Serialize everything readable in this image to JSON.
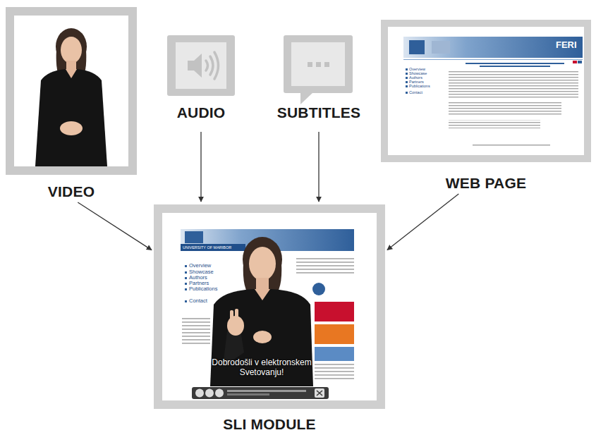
{
  "diagram": {
    "nodes": [
      {
        "text": [
          "VIDEO"
        ]
      },
      {
        "text": [
          "AUDIO"
        ]
      },
      {
        "text": [
          "SUBTITLES"
        ]
      },
      {
        "text": [
          "WEB PAGE"
        ]
      },
      {
        "text": [
          "SLI MODULE"
        ]
      }
    ],
    "edges": [
      {
        "from": 0,
        "to": 4,
        "arrow": "to"
      },
      {
        "from": 1,
        "to": 4,
        "arrow": "to"
      },
      {
        "from": 2,
        "to": 4,
        "arrow": "to"
      },
      {
        "from": 3,
        "to": 4,
        "arrow": "to"
      }
    ],
    "labels": [
      "FERI",
      "Overview",
      "Showcase",
      "Authors",
      "Partners",
      "Publications",
      "Contact",
      "UNIVERSITY OF MARIBOR",
      "Overview",
      "Showcase",
      "Authors",
      "Partners",
      "Publications",
      "Contact",
      "Dobrodošli v elektronskem Svetovanju!"
    ]
  }
}
